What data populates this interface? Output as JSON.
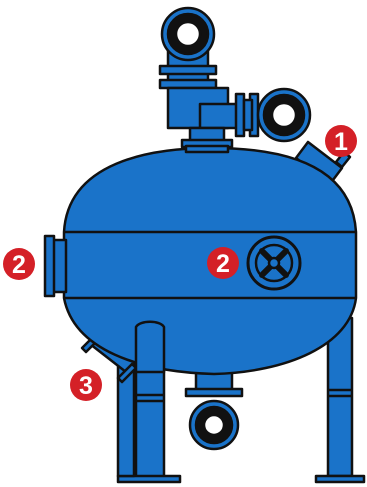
{
  "colors": {
    "vessel": "#1a73c9",
    "outline": "#111111",
    "callout": "#d42027",
    "callout_text": "#ffffff",
    "background": "#ffffff"
  },
  "callouts": [
    {
      "label": "1"
    },
    {
      "label": "2"
    },
    {
      "label": "2"
    },
    {
      "label": "3"
    }
  ],
  "icons": [
    "pipe-end-icon",
    "flange-icon",
    "manway-hatch-icon"
  ]
}
